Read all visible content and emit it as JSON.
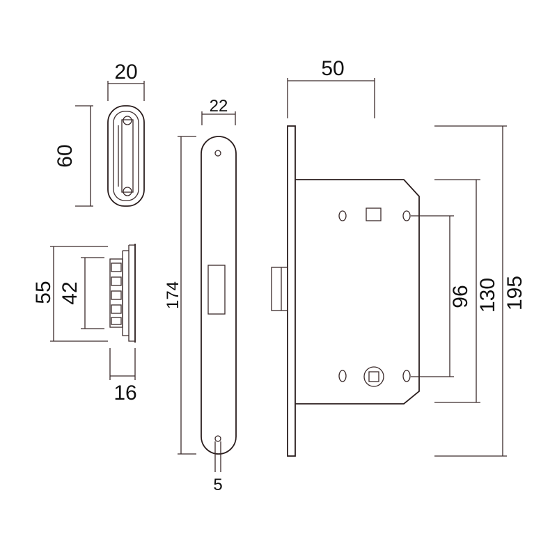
{
  "dimensions": {
    "strike_width": "20",
    "strike_height": "60",
    "latch_height_outer": "55",
    "latch_height_inner": "42",
    "latch_depth": "16",
    "faceplate_width": "22",
    "faceplate_height": "174",
    "screw_hole": "5",
    "backset": "50",
    "spindle_centers": "96",
    "case_height": "130",
    "forend_height": "195"
  },
  "colors": {
    "line": "#2a1d1d",
    "text": "#111111",
    "background": "#ffffff"
  }
}
